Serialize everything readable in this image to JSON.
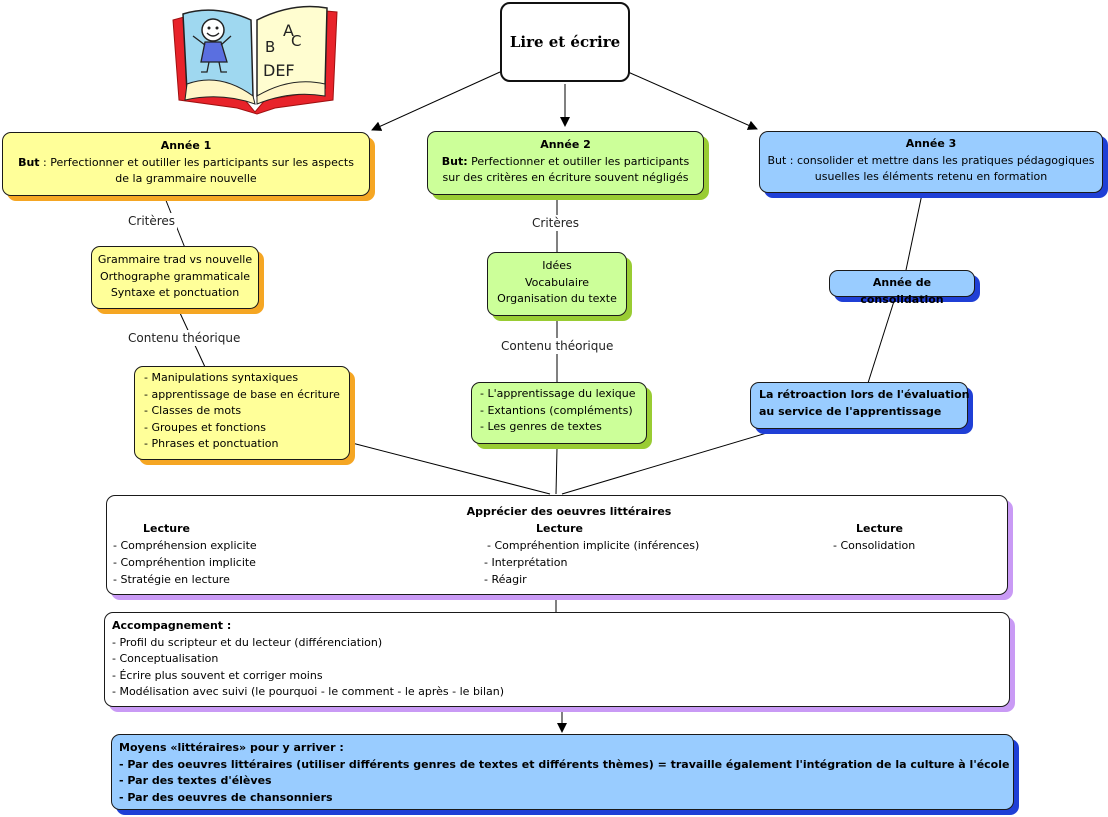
{
  "title": "Lire et écrire",
  "illustration": "open-book-icon",
  "years": [
    {
      "heading": "Année 1",
      "goal_label": "But",
      "goal_sep": " : ",
      "goal_text_1": "Perfectionner et outiller les participants sur les aspects",
      "goal_text_2": "de la grammaire nouvelle",
      "color": "#ffff99",
      "link_criteria": "Critères",
      "criteria": [
        "Grammaire trad vs nouvelle",
        "Orthographe grammaticale",
        "Syntaxe et ponctuation"
      ],
      "link_content": "Contenu théorique",
      "content": [
        "- Manipulations syntaxiques",
        "- apprentissage de base en écriture",
        "- Classes de mots",
        "- Groupes et fonctions",
        "- Phrases et ponctuation"
      ]
    },
    {
      "heading": "Année 2",
      "goal_label": "But:",
      "goal_sep": " ",
      "goal_text_1": "Perfectionner et outiller les participants",
      "goal_text_2": "sur des critères en écriture souvent négligés",
      "color": "#ccff99",
      "link_criteria": "Critères",
      "criteria": [
        "Idées",
        "Vocabulaire",
        "Organisation du texte"
      ],
      "link_content": "Contenu théorique",
      "content": [
        "- L'apprentissage du lexique",
        "- Extantions (compléments)",
        "- Les genres de textes"
      ]
    },
    {
      "heading": "Année 3",
      "goal_text_1": "But : consolider et mettre dans les pratiques pédagogiques",
      "goal_text_2": "usuelles les éléments retenu en formation",
      "color": "#99ccff",
      "consolidation": "Année de consolidation",
      "feedback": [
        "La rétroaction lors de l'évaluation",
        "au service de l'apprentissage"
      ]
    }
  ],
  "appreciate": {
    "title": "Apprécier des oeuvres littéraires",
    "columns": [
      {
        "heading": "Lecture",
        "items": [
          "- Compréhension explicite",
          "- Compréhention implicite",
          "- Stratégie en lecture"
        ]
      },
      {
        "heading": "Lecture",
        "items": [
          "- Compréhention implicite (inférences)",
          "- Interprétation",
          "- Réagir"
        ]
      },
      {
        "heading": "Lecture",
        "items": [
          "- Consolidation"
        ]
      }
    ]
  },
  "support": {
    "title": "Accompagnement :",
    "items": [
      "- Profil du scripteur et du lecteur (différenciation)",
      "- Conceptualisation",
      "- Écrire plus souvent et corriger moins",
      "- Modélisation avec suivi (le pourquoi - le comment - le après - le bilan)"
    ]
  },
  "means": {
    "title": "Moyens «littéraires» pour y arriver :",
    "items": [
      "- Par des oeuvres littéraires (utiliser différents genres de textes et différents thèmes) = travaille également l'intégration de la culture à l'école",
      "- Par des textes d'élèves",
      "- Par des oeuvres de chansonniers"
    ]
  },
  "colors": {
    "yellow_fill": "#ffff99",
    "yellow_shadow": "#f5a623",
    "green_fill": "#ccff99",
    "green_shadow": "#99cc33",
    "blue_fill": "#99ccff",
    "blue_shadow": "#1f3fd6",
    "white_shadow": "#c99af5"
  }
}
